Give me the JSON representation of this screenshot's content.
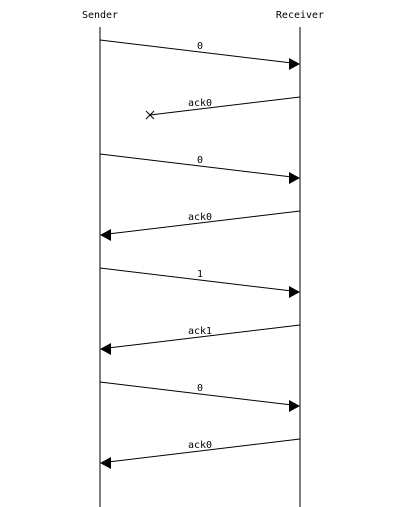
{
  "participants": [
    {
      "id": "sender",
      "label": "Sender"
    },
    {
      "id": "receiver",
      "label": "Receiver"
    }
  ],
  "messages": [
    {
      "from": "sender",
      "to": "receiver",
      "label": "0",
      "lost": false
    },
    {
      "from": "receiver",
      "to": "sender",
      "label": "ack0",
      "lost": true
    },
    {
      "from": "sender",
      "to": "receiver",
      "label": "0",
      "lost": false
    },
    {
      "from": "receiver",
      "to": "sender",
      "label": "ack0",
      "lost": false
    },
    {
      "from": "sender",
      "to": "receiver",
      "label": "1",
      "lost": false
    },
    {
      "from": "receiver",
      "to": "sender",
      "label": "ack1",
      "lost": false
    },
    {
      "from": "sender",
      "to": "receiver",
      "label": "0",
      "lost": false
    },
    {
      "from": "receiver",
      "to": "sender",
      "label": "ack0",
      "lost": false
    }
  ],
  "colors": {
    "line": "#000000",
    "background": "#ffffff"
  }
}
